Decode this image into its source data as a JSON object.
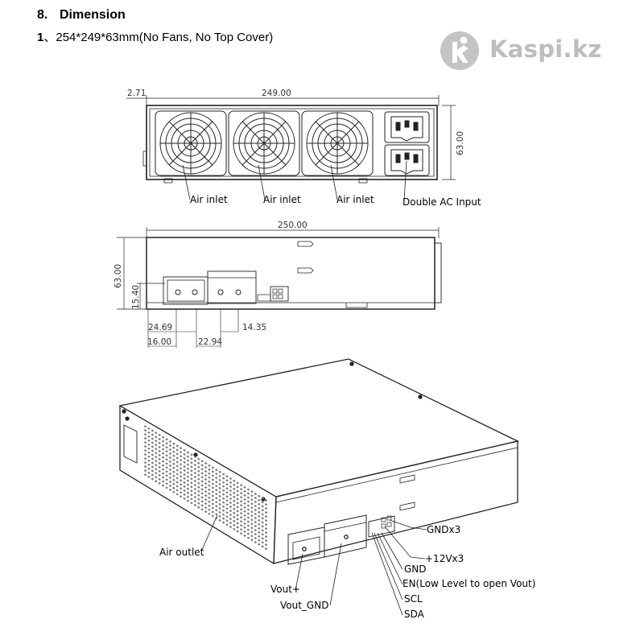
{
  "header": {
    "section_number": "8.",
    "section_title": "Dimension",
    "item_number": "1",
    "item_separator": "、",
    "item_text": "254*249*63mm(No Fans, No Top Cover)"
  },
  "watermark": {
    "brand": "Kaspi.kz"
  },
  "front_view": {
    "dim_offset": "2.71",
    "dim_width": "249.00",
    "dim_height": "63.00",
    "labels": {
      "air_inlet_1": "Air inlet",
      "air_inlet_2": "Air inlet",
      "air_inlet_3": "Air inlet",
      "double_ac": "Double AC Input"
    }
  },
  "side_view": {
    "dim_length": "250.00",
    "dim_height": "63.00",
    "dim_15_40": "15.40",
    "dim_24_69": "24.69",
    "dim_16_00": "16.00",
    "dim_22_94": "22.94",
    "dim_14_35": "14.35"
  },
  "iso_view": {
    "labels": {
      "air_outlet": "Air outlet",
      "vout_plus": "Vout+",
      "vout_gnd": "Vout_GND",
      "gnd_x3": "GNDx3",
      "v12_x3": "+12Vx3",
      "gnd": "GND",
      "en": "EN(Low Level to open Vout)",
      "scl": "SCL",
      "sda": "SDA"
    }
  }
}
